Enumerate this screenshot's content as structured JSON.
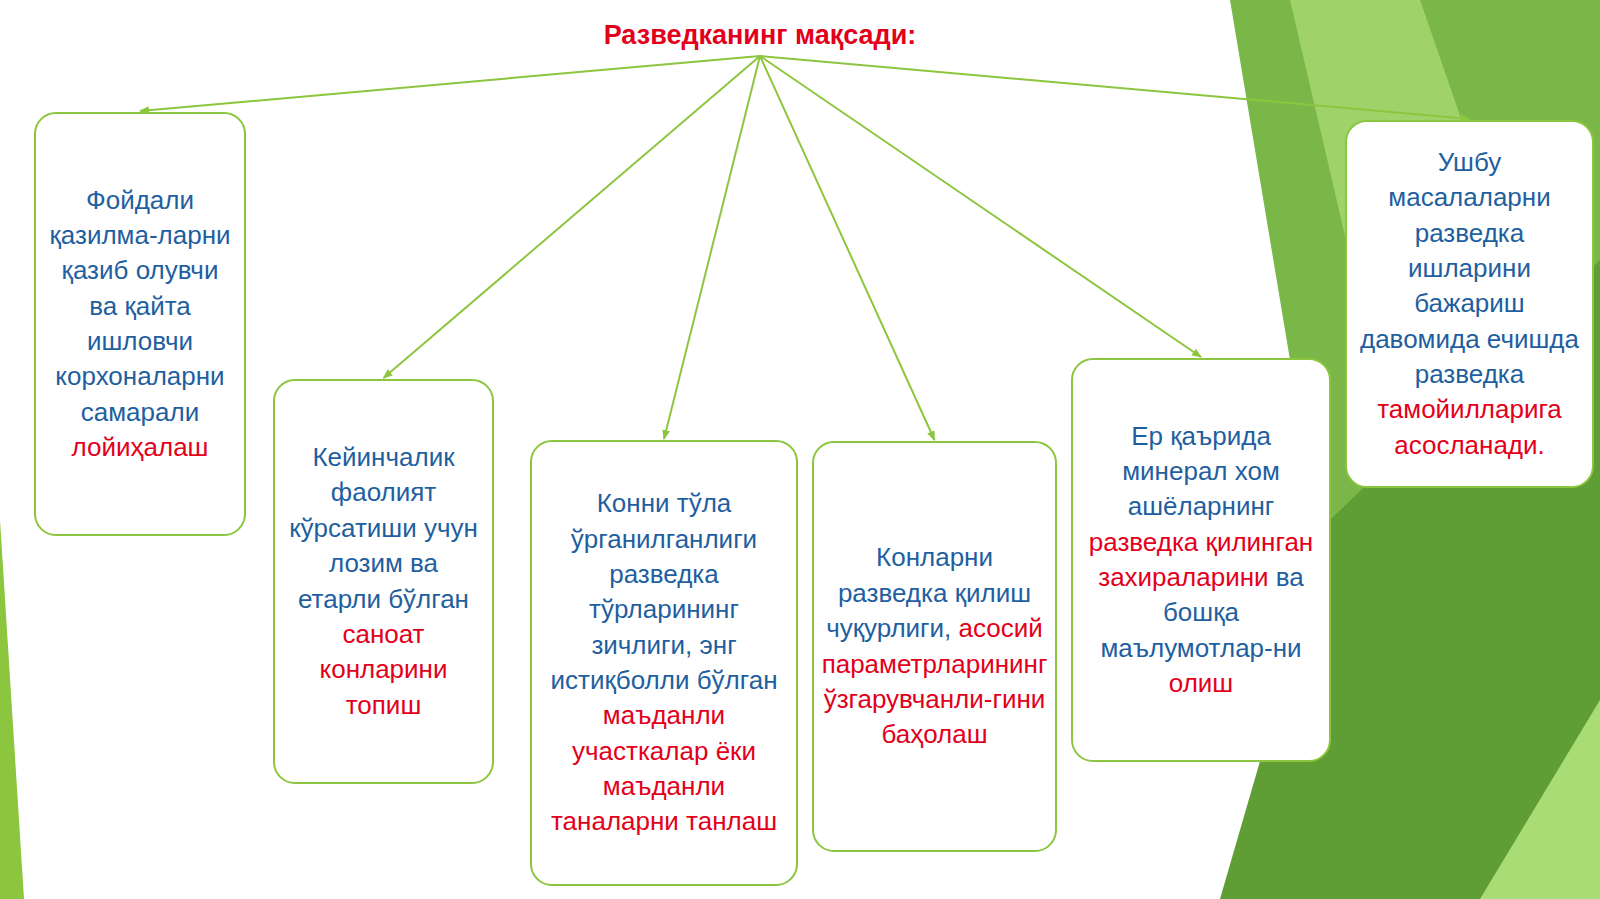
{
  "diagram": {
    "title": "Разведканинг мақсади:",
    "nodes": [
      {
        "text": [
          "Фойдали қазилма-ларни қазиб олувчи ва қайта ишловчи корхоналарни самарали",
          "лойиҳалаш"
        ]
      },
      {
        "text": [
          "Кейинчалик фаолият кўрсатиши учун лозим ва етарли бўлган",
          "саноат конларини топиш"
        ]
      },
      {
        "text": [
          "Конни тўла ўрганилганлиги разведка тўрларининг зичлиги, энг истиқболли бўлган",
          "маъданли участкалар ёки маъданли таналарни танлаш"
        ]
      },
      {
        "text": [
          "Конларни разведка қилиш чуқурлиги,",
          "асосий параметрларининг ўзгарувчанли-гини баҳолаш"
        ]
      },
      {
        "text": [
          "Ер қаърида минерал хом ашёларнинг",
          "разведка қилинган захираларини",
          "ва бошқа маълумотлар-ни",
          "олиш"
        ]
      },
      {
        "text": [
          "Ушбу масалаларни разведка ишларини бажариш давомида ечишда разведка",
          "тамойилларига асосланади."
        ]
      }
    ]
  }
}
